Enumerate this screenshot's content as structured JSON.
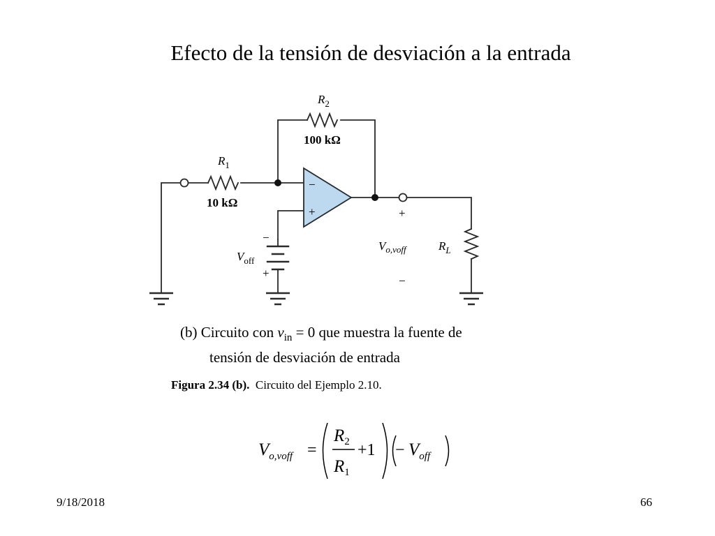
{
  "slide": {
    "title": "Efecto de la tensión de desviación a la entrada",
    "date": "9/18/2018",
    "page_number": "66"
  },
  "circuit": {
    "r2_name": "R",
    "r2_sub": "2",
    "r2_value": "100 kΩ",
    "r1_name": "R",
    "r1_sub": "1",
    "r1_value": "10 kΩ",
    "inv_sign": "−",
    "noninv_sign": "+",
    "voff_name": "V",
    "voff_sub": "off",
    "voff_minus": "−",
    "voff_plus": "+",
    "out_plus": "+",
    "out_minus": "−",
    "vout_name": "V",
    "vout_sub": "o,voff",
    "rl_name": "R",
    "rl_sub": "L"
  },
  "caption": {
    "line1_pre": "(b) Circuito con ",
    "line1_var": "v",
    "line1_sub": "in",
    "line1_post": " = 0 que muestra la fuente de",
    "line2": "tensión de desviación de entrada"
  },
  "figure_caption": {
    "label": "Figura 2.34 (b).",
    "text": "Circuito del Ejemplo 2.10."
  },
  "equation": {
    "lhs_var": "V",
    "lhs_sub": "o,voff",
    "equals": "=",
    "num_var": "R",
    "num_sub": "2",
    "den_var": "R",
    "den_sub": "1",
    "plus_one": "+1",
    "rhs_var": "V",
    "rhs_sub": "off",
    "rhs_minus": "−"
  }
}
